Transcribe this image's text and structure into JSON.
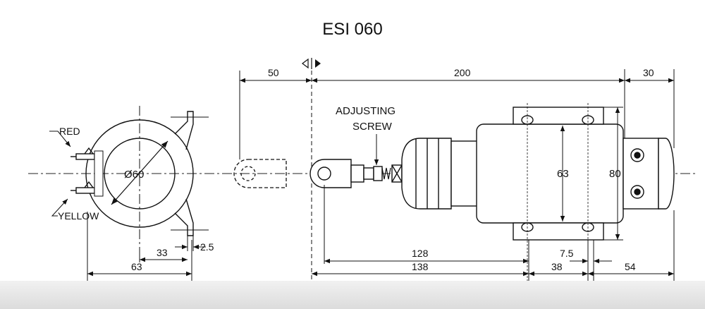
{
  "title": "ESI 060",
  "labels": {
    "red": "RED",
    "yellow": "YELLOW",
    "diameter": "Ø60",
    "adjusting": "ADJUSTING",
    "screw": "SCREW"
  },
  "dimensions": {
    "d50": "50",
    "d200": "200",
    "d30": "30",
    "d63_height": "63",
    "d80": "80",
    "d33": "33",
    "d2_5": "2.5",
    "d63_width": "63",
    "d128": "128",
    "d138": "138",
    "d7_5": "7.5",
    "d38": "38",
    "d54": "54"
  }
}
